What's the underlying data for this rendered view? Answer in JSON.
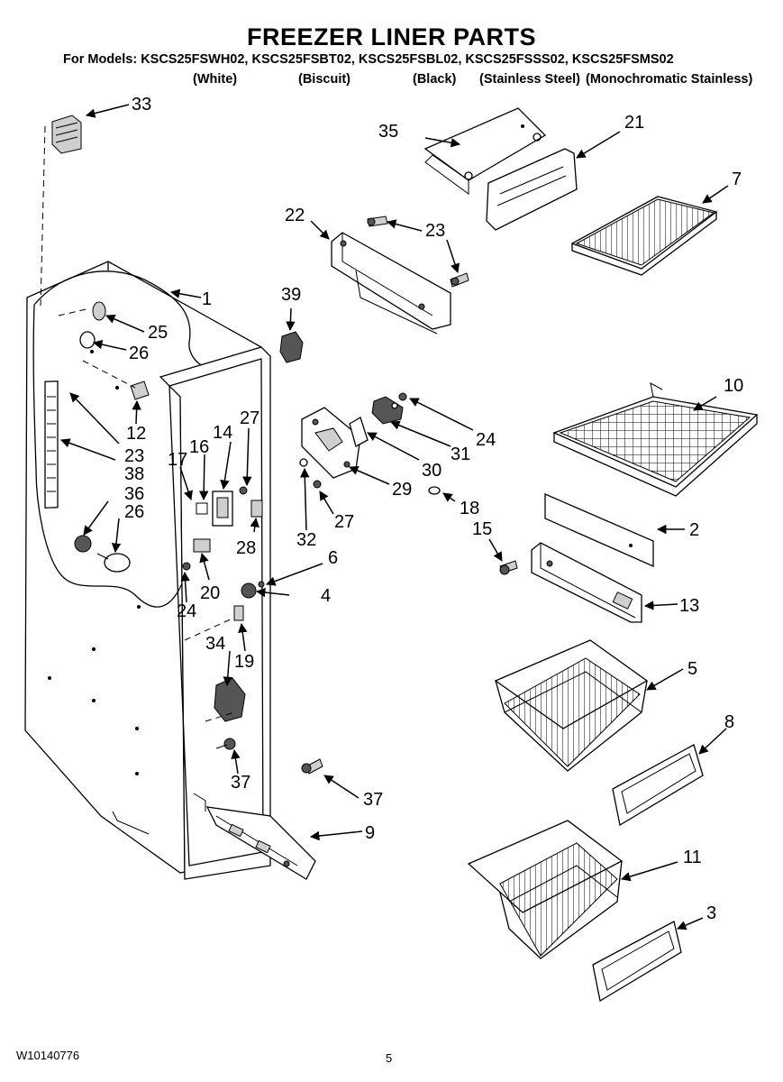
{
  "header": {
    "title": "FREEZER LINER PARTS",
    "models": "For Models: KSCS25FSWH02, KSCS25FSBT02, KSCS25FSBL02, KSCS25FSSS02, KSCS25FSMS02",
    "finishes": [
      "(White)",
      "(Biscuit)",
      "(Black)",
      "(Stainless Steel)",
      "(Monochromatic Stainless)"
    ]
  },
  "part_labels": [
    "33",
    "35",
    "21",
    "7",
    "22",
    "23",
    "1",
    "39",
    "25",
    "26",
    "10",
    "12",
    "23",
    "38",
    "24",
    "31",
    "14",
    "27",
    "16",
    "17",
    "30",
    "36",
    "26",
    "29",
    "18",
    "15",
    "2",
    "27",
    "28",
    "32",
    "6",
    "20",
    "4",
    "24",
    "13",
    "34",
    "19",
    "5",
    "8",
    "37",
    "37",
    "9",
    "11",
    "3"
  ],
  "footer": {
    "doc_code": "W10140776",
    "page_number": "5"
  }
}
